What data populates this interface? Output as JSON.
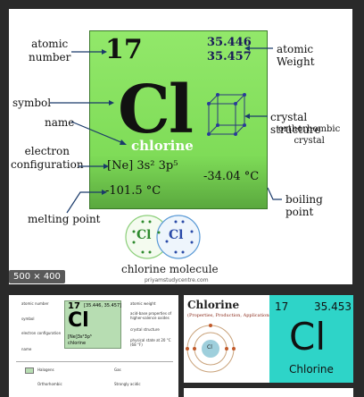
{
  "main": {
    "atomic_number_label": "atomic\nnumber",
    "atomic_weight_label": "atomic Weight",
    "symbol_label": "symbol",
    "name_label": "name",
    "electron_config_label": "electron\nconfiguration",
    "melting_point_label": "melting point",
    "crystal_structure_label": "crystal structure",
    "crystal_type": "orthorhombic\ncrystal",
    "boiling_point_label": "boiling point",
    "atomic_number": "17",
    "atomic_weight_1": "35.446",
    "atomic_weight_2": "35.457",
    "symbol": "Cl",
    "name": "chlorine",
    "electron_config": "[Ne] 3s² 3p⁵",
    "boiling_point": "-34.04 °C",
    "melting_point": "-101.5 °C",
    "molecule_caption": "chlorine molecule",
    "atom_symbol": "Cl",
    "credit": "priyamstudycentre.com",
    "size_badge": "500 × 400"
  },
  "thumb1": {
    "number": "17",
    "weights": "[35.446, 35.457]",
    "symbol": "Cl",
    "config": "[Ne]3s²3p⁵",
    "name": "chlorine",
    "labels": [
      "atomic number",
      "symbol",
      "electron configuration",
      "name"
    ],
    "right_labels": [
      "atomic weight",
      "acid-base properties of higher-valence oxides",
      "crystal structure",
      "physical state at 20 °C (68 °F)"
    ],
    "legend": [
      "Halogens",
      "Gas",
      "Orthorhombic",
      "Strongly acidic"
    ]
  },
  "thumb2": {
    "title": "Chlorine",
    "subtitle": "(Properties, Production, Applications)",
    "number": "17",
    "weight": "35.453",
    "symbol": "Cl",
    "name": "Chlorine",
    "atom_label": "Cl"
  }
}
